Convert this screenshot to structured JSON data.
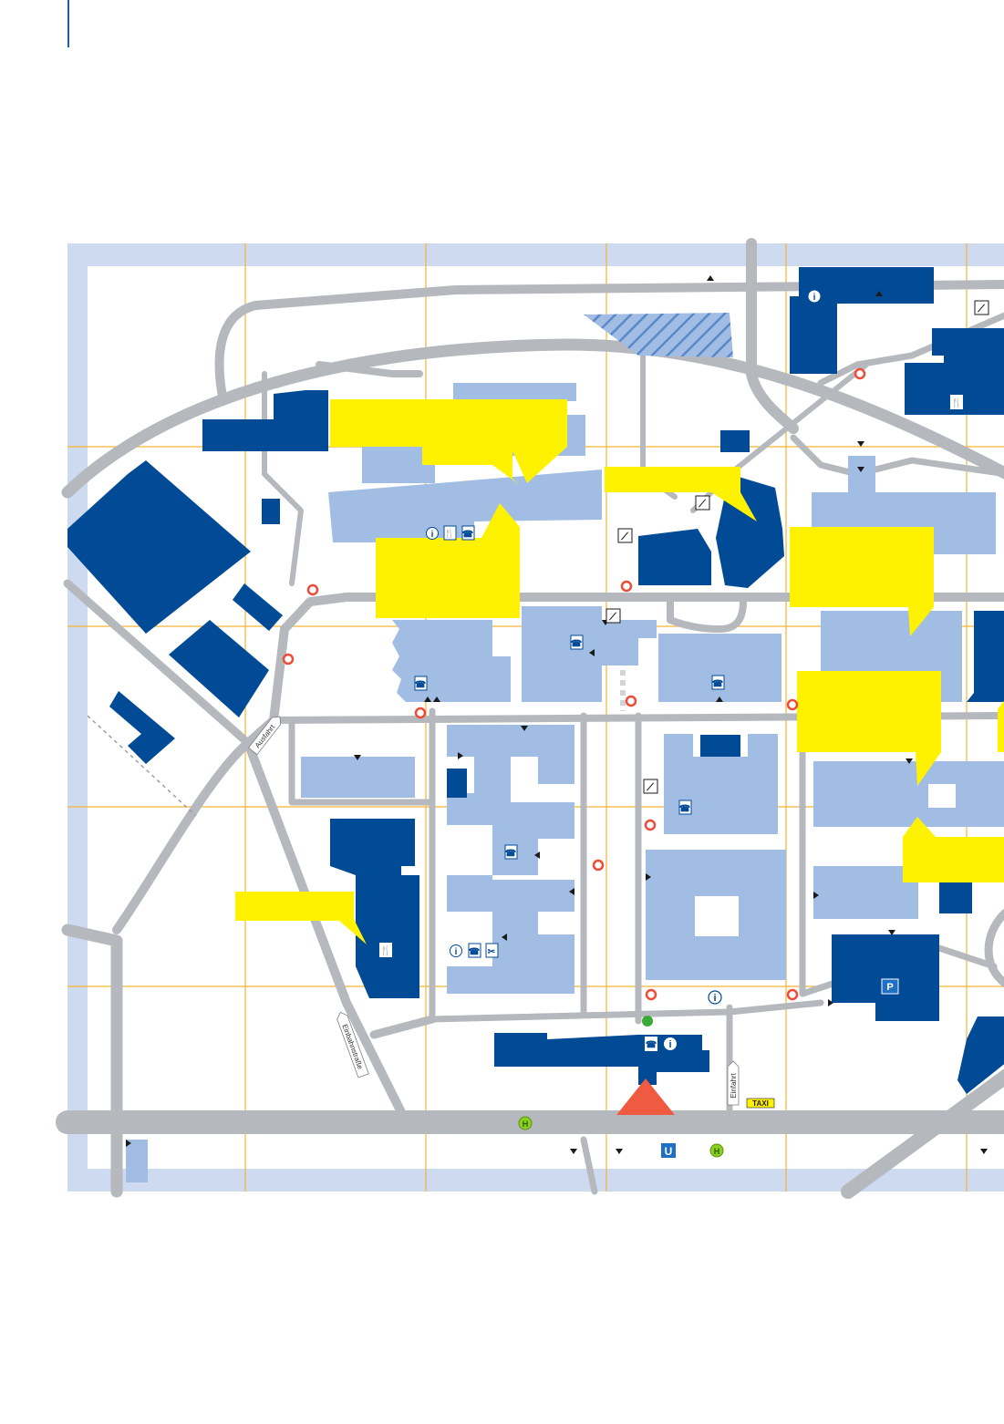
{
  "map": {
    "street_labels": {
      "ausfahrt": "Ausfahrt",
      "einbahnstrasse": "Einbahnstraße",
      "einfahrt": "Einfahrt"
    },
    "transit": {
      "taxi": "TAXI",
      "bus_stop": "H",
      "subway": "U",
      "parking": "P"
    },
    "icon_glyphs": {
      "info": "i",
      "restaurant": "🍴",
      "phone": "☎",
      "stairs": "⟋",
      "hairdresser": "✂"
    },
    "colors": {
      "background_frame": "#cddaf0",
      "map_bg": "#ffffff",
      "road": "#b5b8bc",
      "grid": "#f5b335",
      "building_dark": "#004a96",
      "building_light": "#a2bde3",
      "callout": "#fff200",
      "marker_ring": "#ef4b37",
      "entrance": "#ef5a40",
      "stop_green": "#8ad11e",
      "meeting_point": "#3aaa35"
    }
  }
}
